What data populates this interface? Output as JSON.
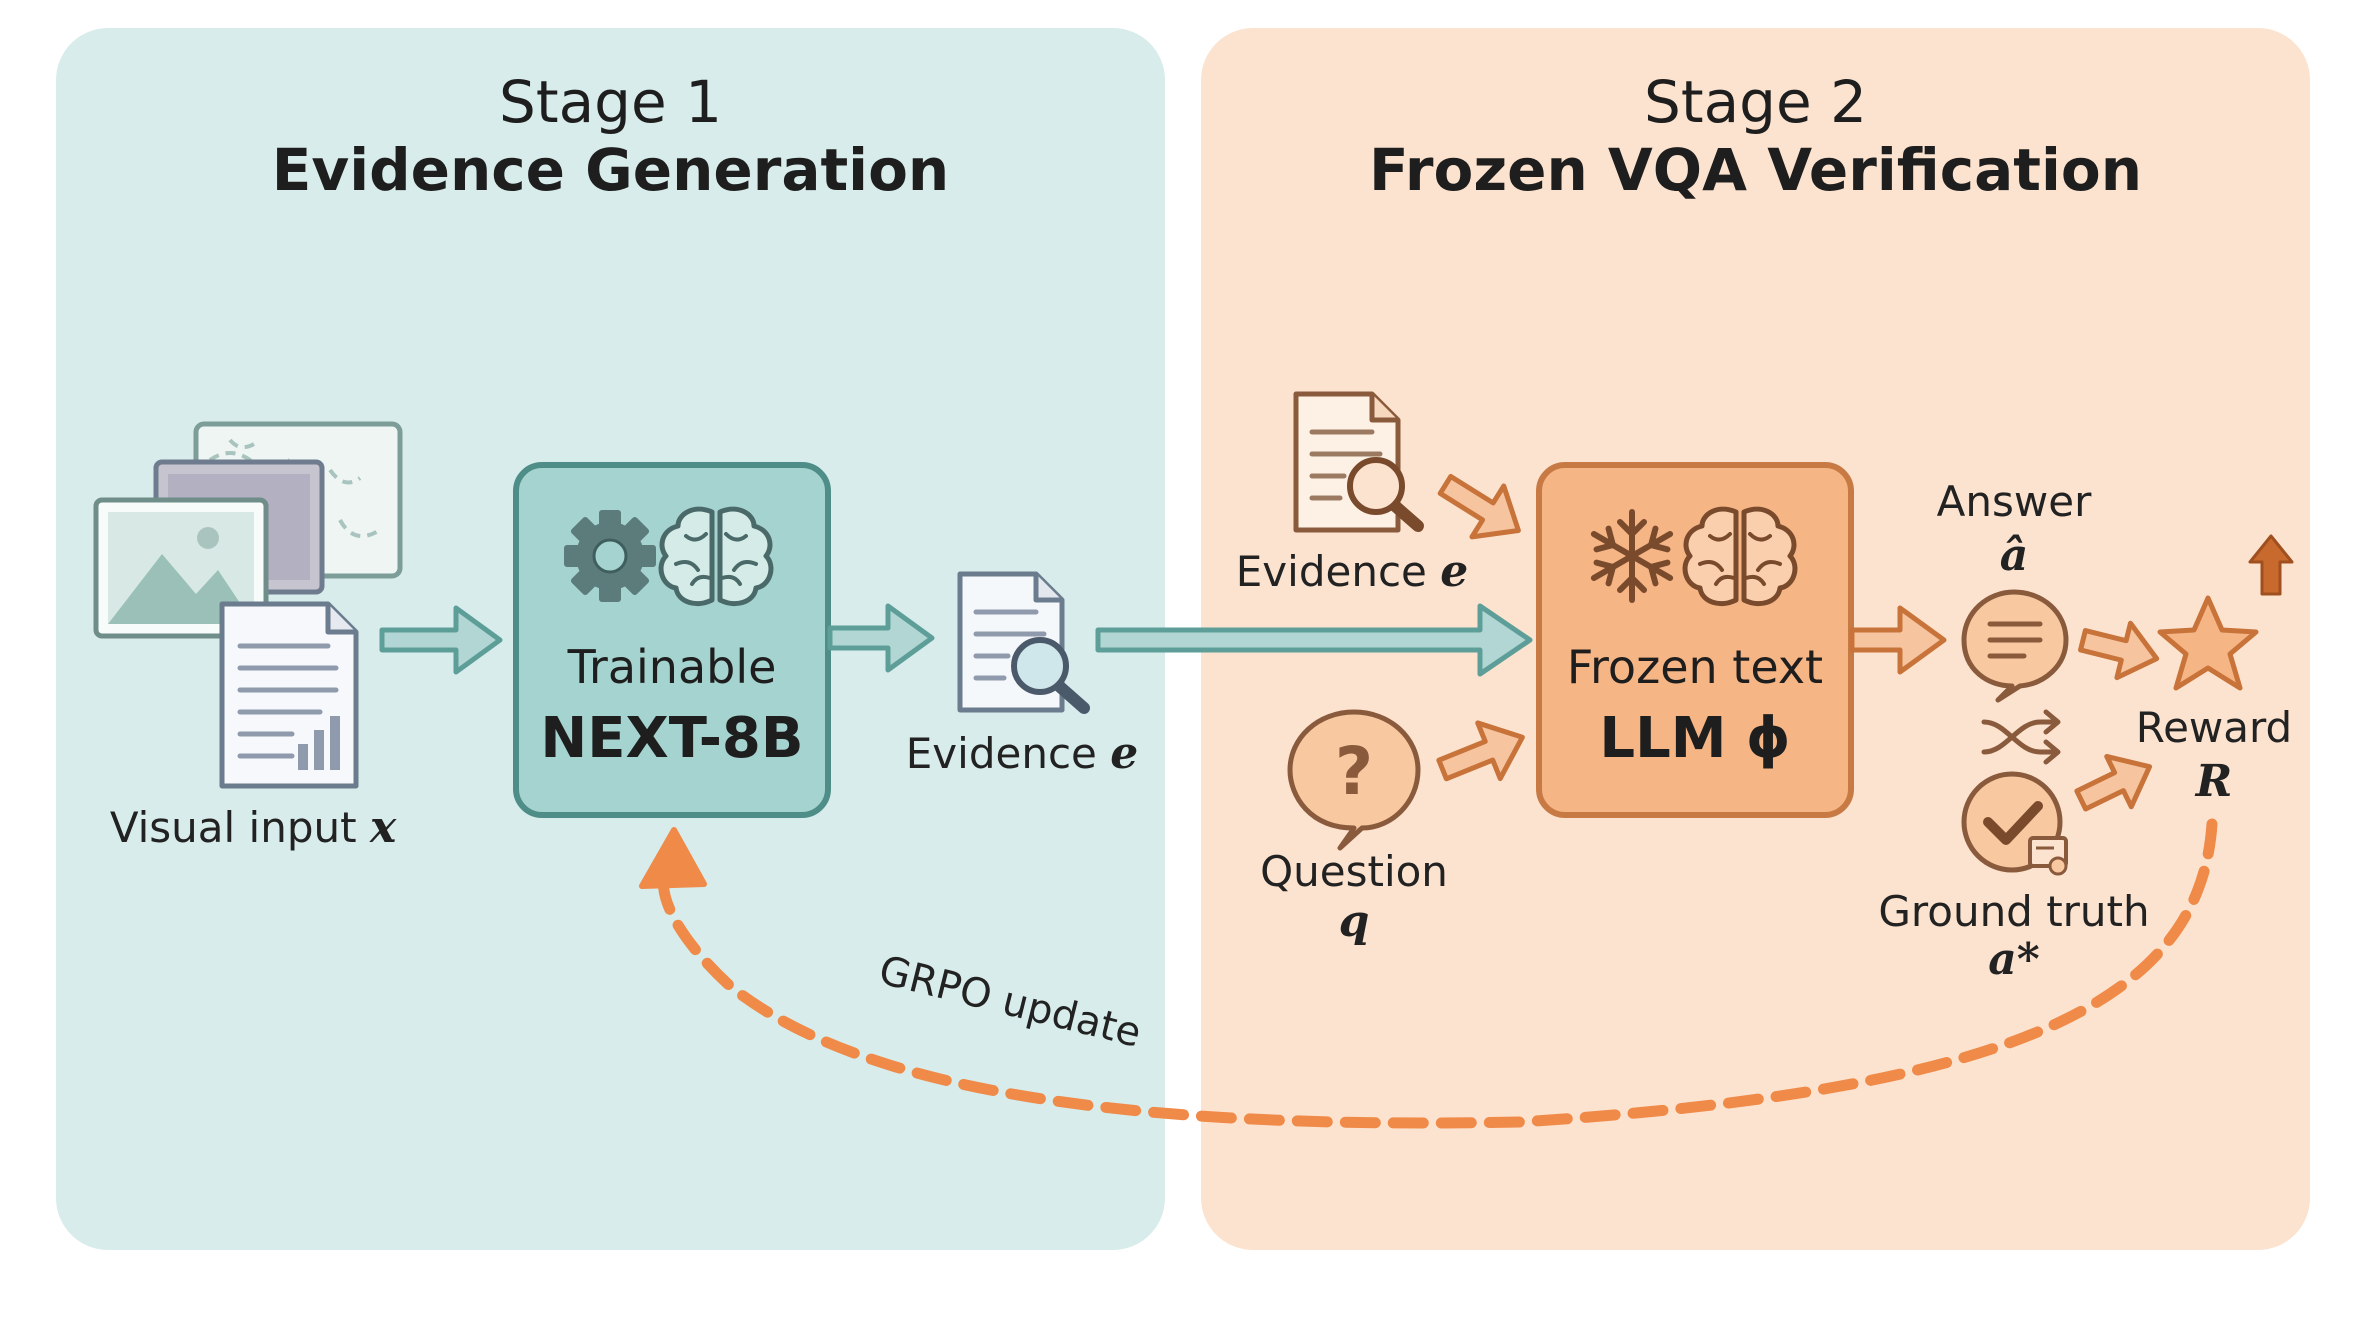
{
  "colors": {
    "stage1_bg": "#d7eceb",
    "stage2_bg": "#fce3cf",
    "teal": "#5e9e99",
    "orange": "#e48a4a",
    "dash": "#f08a48"
  },
  "stage1": {
    "number": "Stage 1",
    "title": "Evidence Generation",
    "visual_input_label": "Visual input",
    "visual_input_symbol": "x",
    "model_sub": "Trainable",
    "model_name": "NEXT-8B",
    "evidence_label": "Evidence",
    "evidence_symbol": "e",
    "icons": [
      "image-stack-icon",
      "gear-icon",
      "brain-icon",
      "document-search-icon"
    ]
  },
  "stage2": {
    "number": "Stage 2",
    "title": "Frozen VQA Verification",
    "evidence_label": "Evidence",
    "evidence_symbol": "e",
    "question_label": "Question",
    "question_symbol": "q",
    "model_sub": "Frozen text",
    "model_name": "LLM ϕ",
    "answer_label": "Answer",
    "answer_symbol": "â",
    "ground_truth_label": "Ground truth",
    "ground_truth_symbol": "a*",
    "reward_label": "Reward",
    "reward_symbol": "R",
    "icons": [
      "document-search-icon",
      "question-bubble-icon",
      "snowflake-icon",
      "brain-icon",
      "chat-bubble-icon",
      "shuffle-icon",
      "checkmark-certificate-icon",
      "star-icon"
    ]
  },
  "feedback_label": "GRPO update"
}
